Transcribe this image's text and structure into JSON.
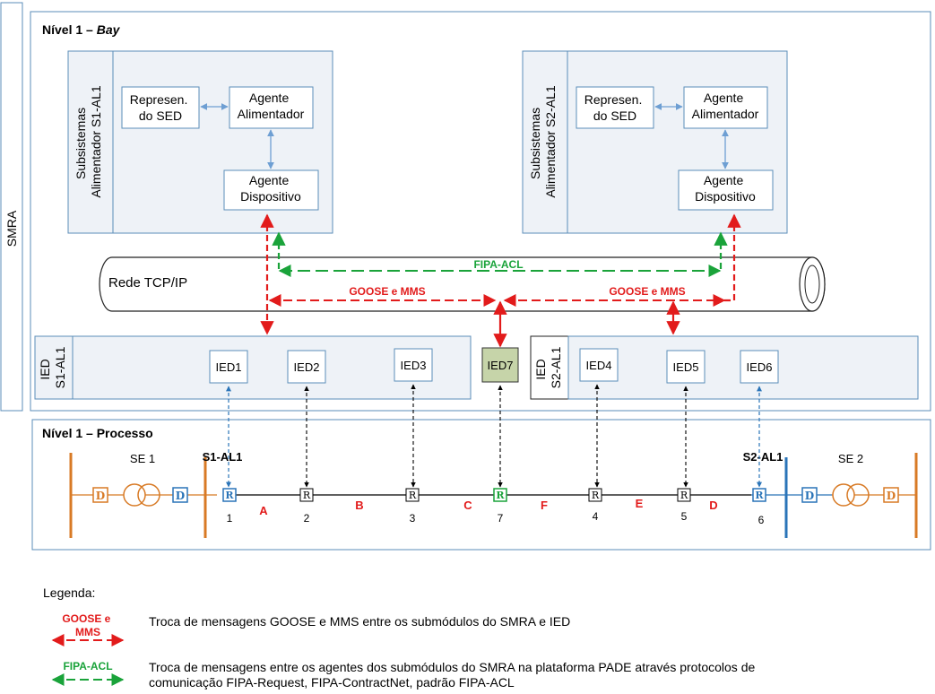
{
  "smra_label": "SMRA",
  "bay": {
    "title_prefix": "Nível 1 – ",
    "title_em": "Bay"
  },
  "subsystems": [
    {
      "side_line1": "Subsistemas",
      "side_line2": "Alimentador S1-AL1",
      "repr_line1": "Represen.",
      "repr_line2": "do SED",
      "agent_line1": "Agente",
      "agent_line2": "Alimentador",
      "device_line1": "Agente",
      "device_line2": "Dispositivo"
    },
    {
      "side_line1": "Subsistemas",
      "side_line2": "Alimentador S2-AL1",
      "repr_line1": "Represen.",
      "repr_line2": "do SED",
      "agent_line1": "Agente",
      "agent_line2": "Alimentador",
      "device_line1": "Agente",
      "device_line2": "Dispositivo"
    }
  ],
  "network": {
    "label": "Rede TCP/IP",
    "fipa_label": "FIPA-ACL",
    "goose_left": "GOOSE e MMS",
    "goose_right": "GOOSE e MMS"
  },
  "ied_groups": [
    {
      "line1": "IED",
      "line2": "S1-AL1"
    },
    {
      "line1": "IED",
      "line2": "S2-AL1"
    }
  ],
  "ieds": [
    "IED1",
    "IED2",
    "IED3",
    "IED7",
    "IED4",
    "IED5",
    "IED6"
  ],
  "process": {
    "title": "Nível 1 – Processo",
    "se1": "SE 1",
    "se2": "SE 2",
    "s1": "S1-AL1",
    "s2": "S2-AL1",
    "relay_symbol": "R",
    "device_symbol": "D",
    "nodes": [
      "1",
      "2",
      "3",
      "7",
      "4",
      "5",
      "6"
    ],
    "segments": [
      "A",
      "B",
      "C",
      "F",
      "E",
      "D"
    ]
  },
  "legend": {
    "title": "Legenda:",
    "goose_line1": "GOOSE e",
    "goose_line2": "MMS",
    "goose_text": "Troca de mensagens GOOSE e MMS entre os submódulos do SMRA e IED",
    "fipa_label": "FIPA-ACL",
    "fipa_text_1": "Troca de mensagens entre os agentes dos submódulos do SMRA na plataforma PADE através protocolos de",
    "fipa_text_2": "comunicação FIPA-Request, FIPA-ContractNet, padrão FIPA-ACL"
  },
  "colors": {
    "panel_border": "#5b8db8",
    "panel_fill": "#eef2f7",
    "goose": "#e21b1b",
    "fipa": "#1aa33a",
    "info_arrow": "#6e9fd3",
    "ied7_fill": "#c6d4a9",
    "bus_orange": "#d87a25",
    "bus_blue": "#2a74b8"
  }
}
